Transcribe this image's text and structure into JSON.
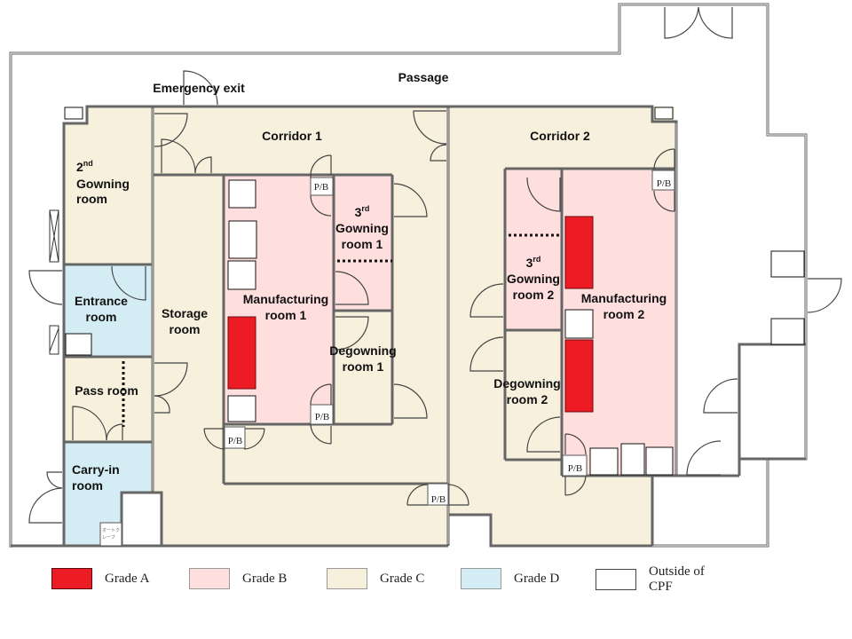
{
  "title": "Cell Processing Facility Floor Plan",
  "colors": {
    "grade_a": "#ed1c24",
    "grade_b": "#ffdede",
    "grade_c": "#f6f0dc",
    "grade_d": "#d4edf4",
    "outside": "#ffffff",
    "wall": "#555555"
  },
  "labels": {
    "passage": "Passage",
    "emergency_exit": "Emergency exit",
    "corridor_1": "Corridor 1",
    "corridor_2": "Corridor 2",
    "gowning_2_num": "2",
    "gowning_2_sup": "nd",
    "gowning_2_l1": "Gowning",
    "gowning_2_l2": "room",
    "entrance_l1": "Entrance",
    "entrance_l2": "room",
    "pass_room": "Pass room",
    "carry_in_l1": "Carry-in",
    "carry_in_l2": "room",
    "storage_l1": "Storage",
    "storage_l2": "room",
    "mfg1_l1": "Manufacturing",
    "mfg1_l2": "room 1",
    "gowning3_1_num": "3",
    "gowning3_1_sup": "rd",
    "gowning3_1_l1": "Gowning",
    "gowning3_1_l2": "room 1",
    "degowning1_l1": "Degowning",
    "degowning1_l2": "room 1",
    "gowning3_2_num": "3",
    "gowning3_2_sup": "rd",
    "gowning3_2_l1": "Gowning",
    "gowning3_2_l2": "room 2",
    "degowning2_l1": "Degowning",
    "degowning2_l2": "room 2",
    "mfg2_l1": "Manufacturing",
    "mfg2_l2": "room 2",
    "pass_box": "P/B",
    "autoclave_l1": "オートク",
    "autoclave_l2": "レーブ"
  },
  "legend": [
    {
      "key": "grade_a",
      "label": "Grade A"
    },
    {
      "key": "grade_b",
      "label": "Grade B"
    },
    {
      "key": "grade_c",
      "label": "Grade C"
    },
    {
      "key": "grade_d",
      "label": "Grade D"
    },
    {
      "key": "outside",
      "label": "Outside of CPF"
    }
  ]
}
